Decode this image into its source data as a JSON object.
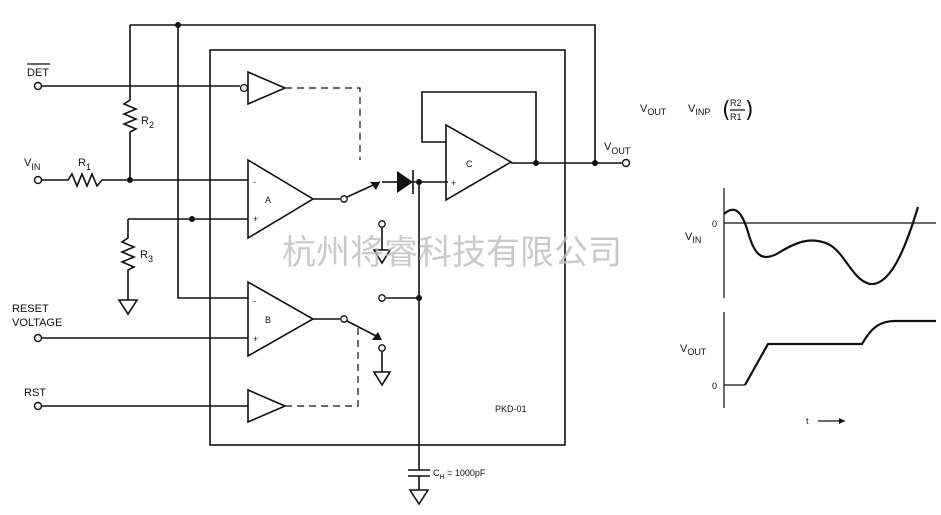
{
  "inputs": {
    "det": "DET",
    "vin": "V",
    "vin_sub": "IN",
    "reset_voltage_1": "RESET",
    "reset_voltage_2": "VOLTAGE",
    "rst": "RST"
  },
  "resistors": {
    "r1": "R",
    "r1_sub": "1",
    "r2": "R",
    "r2_sub": "2",
    "r3": "R",
    "r3_sub": "3"
  },
  "amplifiers": {
    "a": "A",
    "b": "B",
    "c": "C"
  },
  "chip_label": "PKD-01",
  "output": {
    "vout": "V",
    "vout_sub": "OUT"
  },
  "capacitor": {
    "ch": "C",
    "ch_sub": "H",
    "ch_value": " = 1000pF"
  },
  "formula": {
    "vout": "V",
    "vout_sub": "OUT",
    "vinp": "V",
    "vinp_sub": "INP",
    "num": "R2",
    "den": "R1"
  },
  "graphs": {
    "vin_label": "V",
    "vin_sub": "IN",
    "vin_zero": "0",
    "vout_label": "V",
    "vout_sub": "OUT",
    "vout_zero": "0",
    "time_label": "t"
  },
  "watermark": "杭州将睿科技有限公司"
}
